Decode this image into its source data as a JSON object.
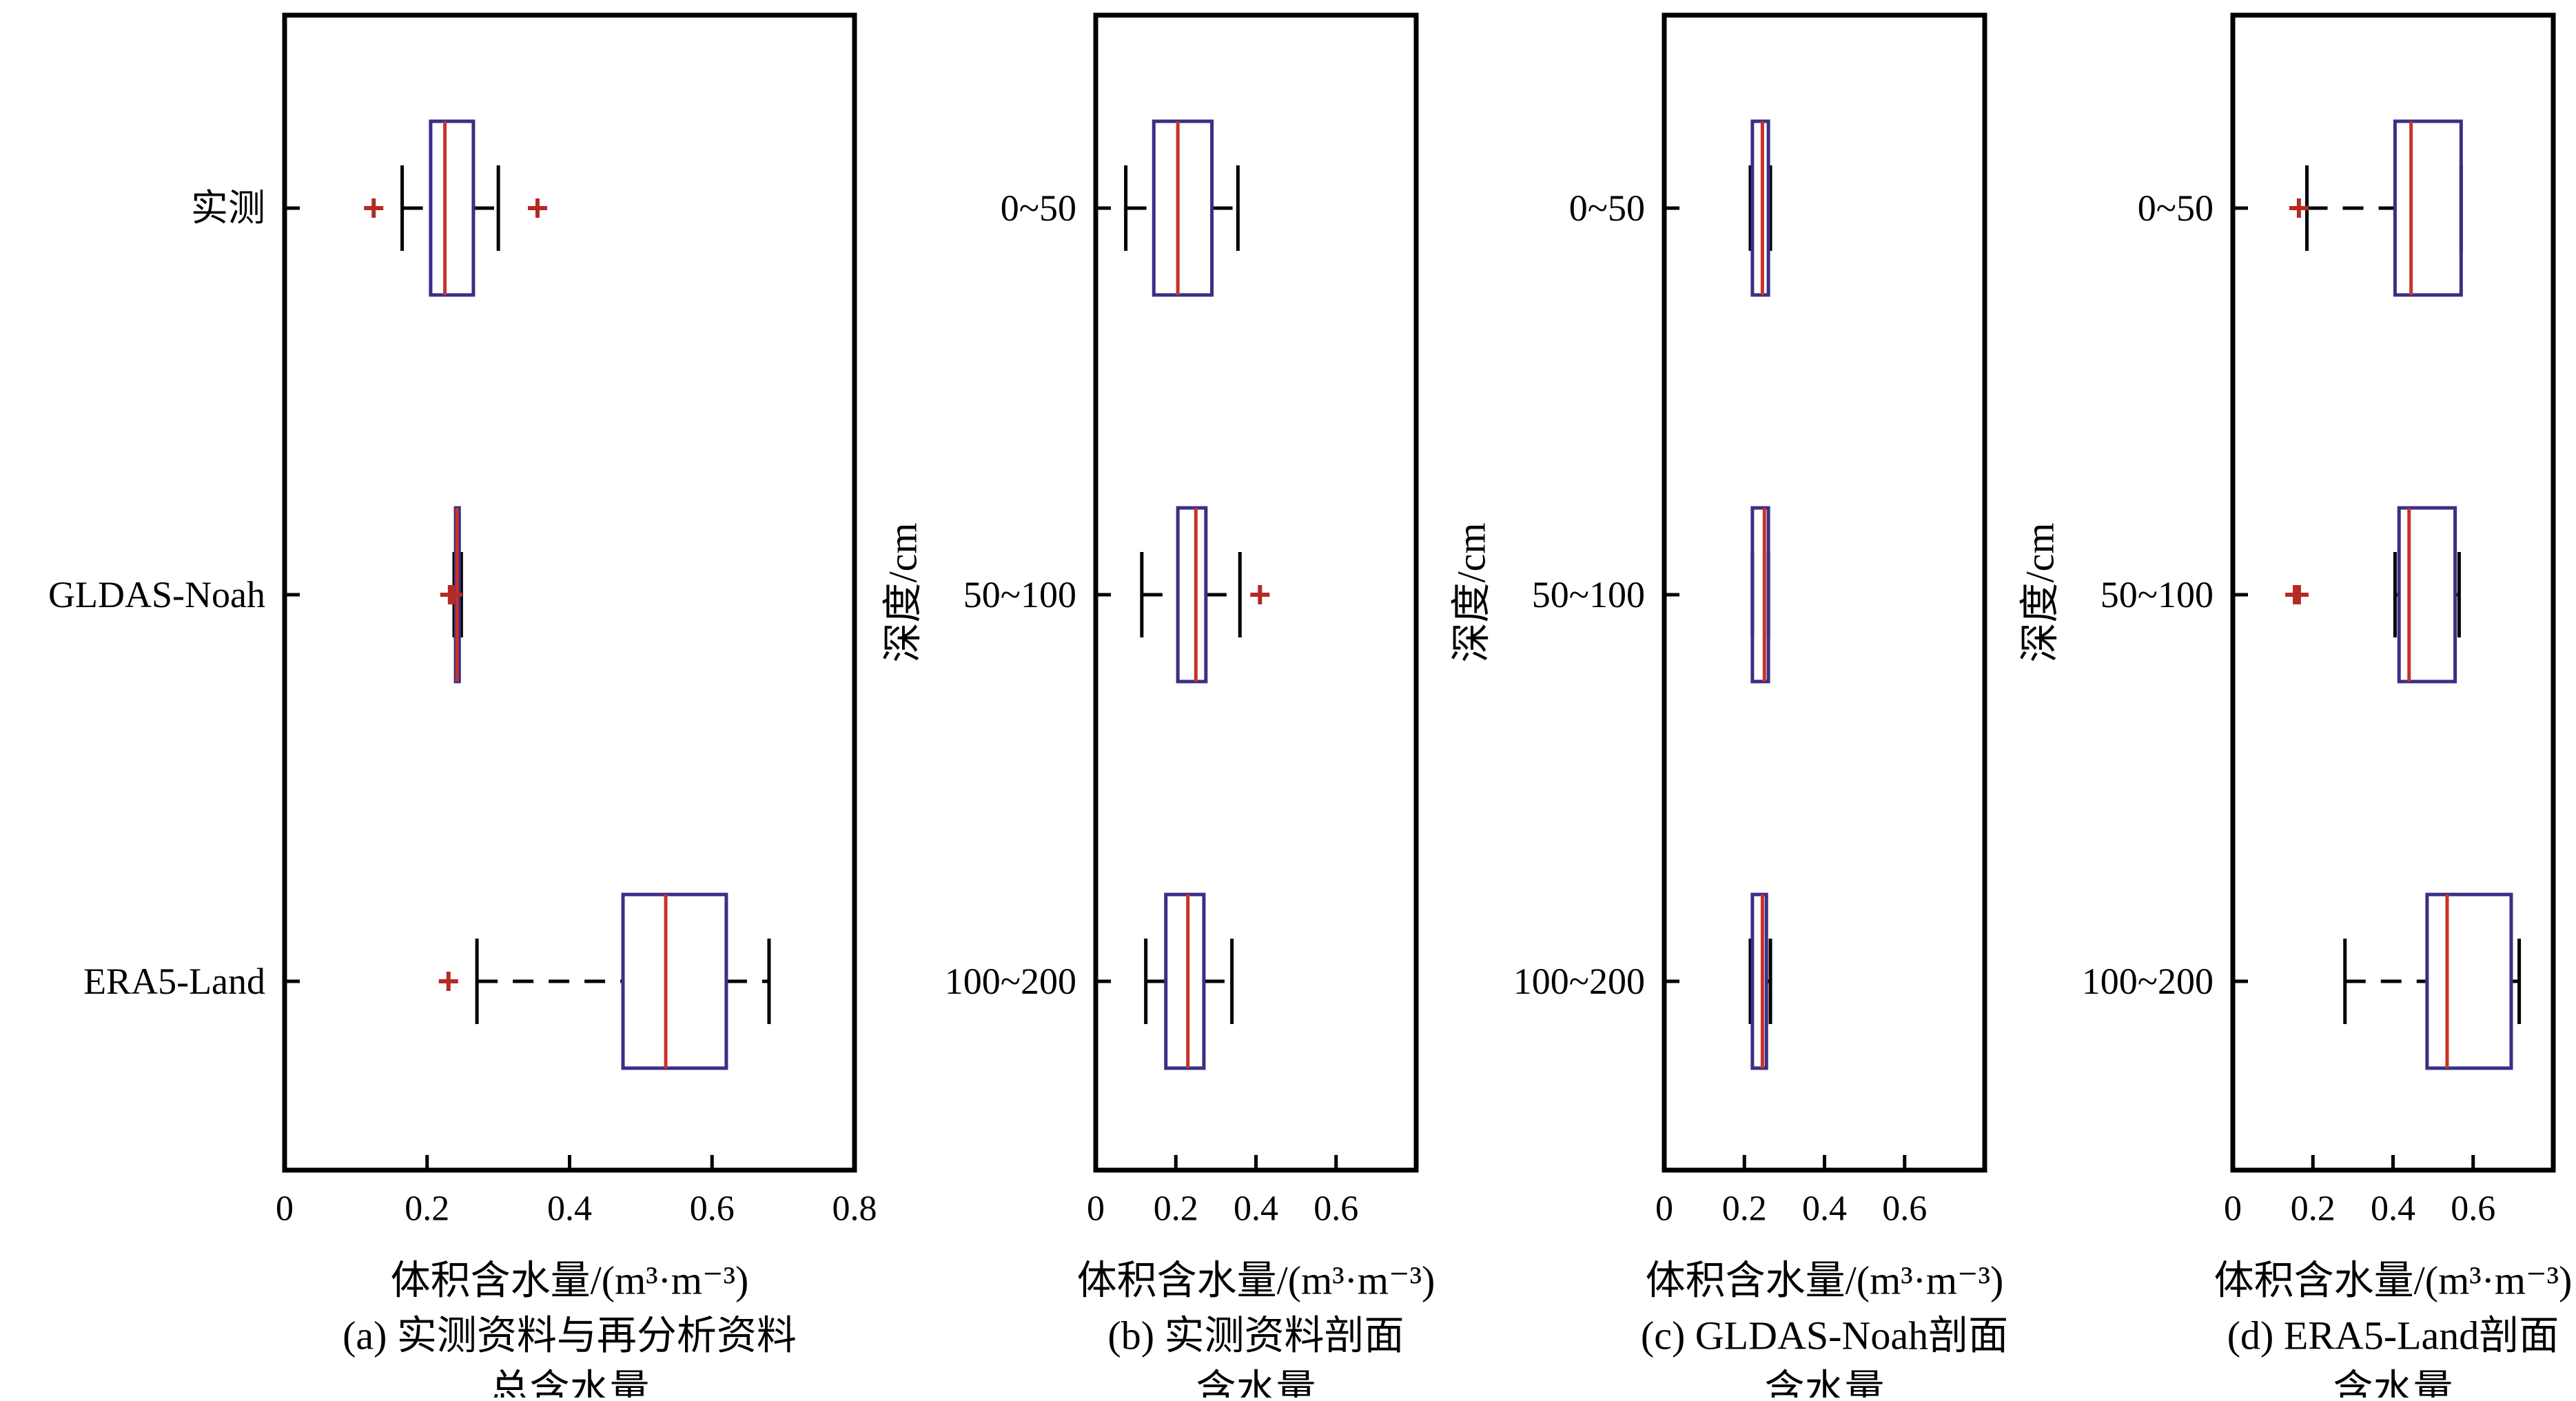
{
  "chart_data": [
    {
      "type": "box",
      "orientation": "horizontal",
      "categories": [
        "实测",
        "GLDAS-Noah",
        "ERA5-Land"
      ],
      "xlabel": "体积含水量/(m³·m⁻³)",
      "ylabel": "",
      "caption_lines": [
        "(a) 实测资料与再分析资料",
        "总含水量"
      ],
      "xlim": [
        0,
        0.8
      ],
      "xticks": [
        "0",
        "0.2",
        "0.4",
        "0.6",
        "0.8"
      ],
      "xtick_values": [
        0,
        0.2,
        0.4,
        0.6,
        0.8
      ],
      "series": [
        {
          "whisker_low": 0.165,
          "q1": 0.205,
          "median": 0.225,
          "q3": 0.265,
          "whisker_high": 0.3,
          "outliers": [
            0.125,
            0.355
          ]
        },
        {
          "whisker_low": 0.238,
          "q1": 0.24,
          "median": 0.242,
          "q3": 0.245,
          "whisker_high": 0.248,
          "outliers": [
            0.232,
            0.236
          ]
        },
        {
          "whisker_low": 0.27,
          "q1": 0.475,
          "median": 0.535,
          "q3": 0.62,
          "whisker_high": 0.68,
          "outliers": [
            0.23
          ]
        }
      ]
    },
    {
      "type": "box",
      "orientation": "horizontal",
      "categories": [
        "0~50",
        "50~100",
        "100~200"
      ],
      "xlabel": "体积含水量/(m³·m⁻³)",
      "ylabel": "深度/cm",
      "caption_lines": [
        "(b) 实测资料剖面",
        "含水量"
      ],
      "xlim": [
        0,
        0.8
      ],
      "xticks": [
        "0",
        "0.2",
        "0.4",
        "0.6"
      ],
      "xtick_values": [
        0,
        0.2,
        0.4,
        0.6
      ],
      "series": [
        {
          "whisker_low": 0.075,
          "q1": 0.145,
          "median": 0.205,
          "q3": 0.29,
          "whisker_high": 0.355,
          "outliers": []
        },
        {
          "whisker_low": 0.115,
          "q1": 0.205,
          "median": 0.25,
          "q3": 0.275,
          "whisker_high": 0.36,
          "outliers": [
            0.41
          ]
        },
        {
          "whisker_low": 0.125,
          "q1": 0.175,
          "median": 0.23,
          "q3": 0.27,
          "whisker_high": 0.34,
          "outliers": []
        }
      ]
    },
    {
      "type": "box",
      "orientation": "horizontal",
      "categories": [
        "0~50",
        "50~100",
        "100~200"
      ],
      "xlabel": "体积含水量/(m³·m⁻³)",
      "ylabel": "深度/cm",
      "caption_lines": [
        "(c) GLDAS-Noah剖面",
        "含水量"
      ],
      "xlim": [
        0,
        0.8
      ],
      "xticks": [
        "0",
        "0.2",
        "0.4",
        "0.6"
      ],
      "xtick_values": [
        0,
        0.2,
        0.4,
        0.6
      ],
      "series": [
        {
          "whisker_low": 0.215,
          "q1": 0.22,
          "median": 0.245,
          "q3": 0.26,
          "whisker_high": 0.265,
          "outliers": []
        },
        {
          "whisker_low": 0.22,
          "q1": 0.22,
          "median": 0.25,
          "q3": 0.26,
          "whisker_high": 0.26,
          "outliers": []
        },
        {
          "whisker_low": 0.215,
          "q1": 0.22,
          "median": 0.245,
          "q3": 0.255,
          "whisker_high": 0.265,
          "outliers": []
        }
      ]
    },
    {
      "type": "box",
      "orientation": "horizontal",
      "categories": [
        "0~50",
        "50~100",
        "100~200"
      ],
      "xlabel": "体积含水量/(m³·m⁻³)",
      "ylabel": "深度/cm",
      "caption_lines": [
        "(d) ERA5-Land剖面",
        "含水量"
      ],
      "xlim": [
        0,
        0.8
      ],
      "xticks": [
        "0",
        "0.2",
        "0.4",
        "0.6"
      ],
      "xtick_values": [
        0,
        0.2,
        0.4,
        0.6
      ],
      "series": [
        {
          "whisker_low": 0.185,
          "q1": 0.405,
          "median": 0.445,
          "q3": 0.57,
          "whisker_high": 0.57,
          "outliers": [
            0.165
          ]
        },
        {
          "whisker_low": 0.405,
          "q1": 0.415,
          "median": 0.44,
          "q3": 0.555,
          "whisker_high": 0.565,
          "outliers": [
            0.155,
            0.165
          ]
        },
        {
          "whisker_low": 0.28,
          "q1": 0.485,
          "median": 0.535,
          "q3": 0.695,
          "whisker_high": 0.715,
          "outliers": []
        }
      ]
    }
  ]
}
